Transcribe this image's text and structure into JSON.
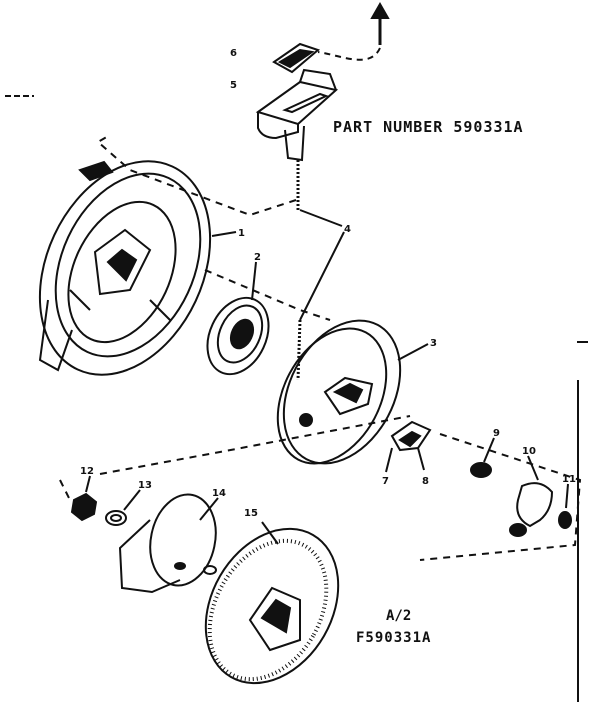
{
  "diagram": {
    "part_number_label": "PART NUMBER 590331A",
    "assembly_ref_line1": "A/2",
    "assembly_ref_line2": "F590331A",
    "callouts": [
      "1",
      "2",
      "3",
      "4",
      "5",
      "6",
      "7",
      "8",
      "9",
      "10",
      "11",
      "12",
      "13",
      "14",
      "15"
    ]
  },
  "colors": {
    "ink": "#111111",
    "paper": "#ffffff"
  }
}
